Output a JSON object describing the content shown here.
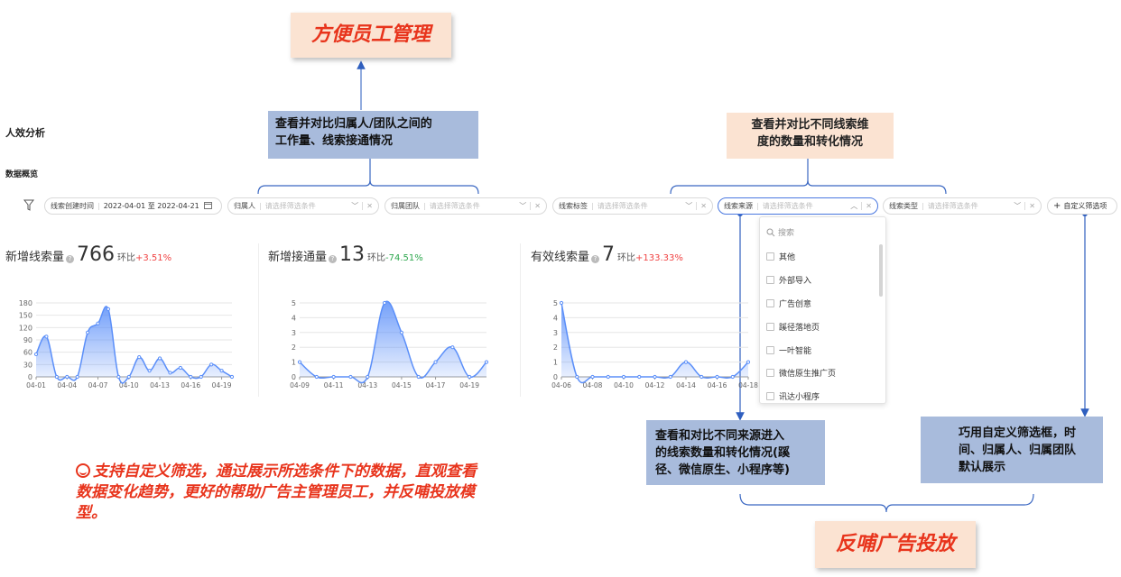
{
  "callouts": {
    "top": "方便员工管理",
    "left_blue": [
      "查看并对比归属人/团队之间的",
      "工作量、线索接通情况"
    ],
    "right_peach": [
      "查看并对比不同线索维",
      "度的数量和转化情况"
    ],
    "source_blue": [
      "查看和对比不同来源进入",
      "的线索数量和转化情况(蹊",
      "径、微信原生、小程序等)"
    ],
    "custom_blue": [
      "巧用自定义筛选框，时",
      "间、归属人、归属团队",
      "默认展示"
    ],
    "bottom": "反哺广告投放",
    "note": "支持自定义筛选，通过展示所选条件下的数据，直观查看数据变化趋势，更好的帮助广告主管理员工，并反哺投放模型。"
  },
  "colors": {
    "accent_red": "#e8341c",
    "callout_peach": "#fbe3d2",
    "callout_blue": "#a8bbdc",
    "chart_line": "#5b8ff9",
    "up": "#f04343",
    "down": "#2fa84f"
  },
  "page": {
    "title": "人效分析",
    "section": "数据概览"
  },
  "filters": {
    "date": {
      "label": "线索创建时间",
      "value": "2022-04-01 至 2022-04-21"
    },
    "owner": {
      "label": "归属人",
      "placeholder": "请选择筛选条件"
    },
    "team": {
      "label": "归属团队",
      "placeholder": "请选择筛选条件"
    },
    "tag": {
      "label": "线索标签",
      "placeholder": "请选择筛选条件"
    },
    "source": {
      "label": "线索来源",
      "placeholder": "请选择筛选条件"
    },
    "type": {
      "label": "线索类型",
      "placeholder": "请选择筛选条件"
    },
    "custom_button": "自定义筛选项"
  },
  "dropdown": {
    "search_placeholder": "搜索",
    "options": [
      "其他",
      "外部导入",
      "广告创意",
      "蹊径落地页",
      "一叶智能",
      "微信原生推广页",
      "讯达小程序"
    ]
  },
  "kpis": [
    {
      "label": "新增线索量",
      "value": "766",
      "ratio_label": "环比",
      "ratio": "+3.51%",
      "trend": "up"
    },
    {
      "label": "新增接通量",
      "value": "13",
      "ratio_label": "环比",
      "ratio": "-74.51%",
      "trend": "down"
    },
    {
      "label": "有效线索量",
      "value": "7",
      "ratio_label": "环比",
      "ratio": "+133.33%",
      "trend": "up"
    }
  ],
  "chart_data": [
    {
      "type": "area",
      "x": [
        "04-01",
        "04-02",
        "04-03",
        "04-04",
        "04-05",
        "04-06",
        "04-07",
        "04-08",
        "04-09",
        "04-10",
        "04-11",
        "04-12",
        "04-13",
        "04-14",
        "04-15",
        "04-16",
        "04-17",
        "04-18",
        "04-19",
        "04-20"
      ],
      "xticks": [
        "04-01",
        "04-04",
        "04-07",
        "04-10",
        "04-13",
        "04-16",
        "04-19"
      ],
      "values": [
        55,
        98,
        0,
        0,
        0,
        108,
        130,
        165,
        0,
        0,
        48,
        15,
        45,
        10,
        22,
        0,
        0,
        30,
        15,
        0
      ],
      "yticks": [
        0,
        30,
        60,
        90,
        120,
        150,
        180
      ],
      "ylim": [
        0,
        180
      ]
    },
    {
      "type": "area",
      "x": [
        "04-09",
        "04-10",
        "04-11",
        "04-12",
        "04-13",
        "04-14",
        "04-15",
        "04-16",
        "04-17",
        "04-18",
        "04-19",
        "04-20"
      ],
      "xticks": [
        "04-09",
        "04-11",
        "04-13",
        "04-15",
        "04-17",
        "04-19"
      ],
      "values": [
        1,
        0,
        0,
        0,
        0,
        5,
        3,
        0,
        1,
        2,
        0,
        1
      ],
      "yticks": [
        0,
        1,
        2,
        3,
        4,
        5
      ],
      "ylim": [
        0,
        5
      ]
    },
    {
      "type": "area",
      "x": [
        "04-06",
        "04-07",
        "04-08",
        "04-09",
        "04-10",
        "04-11",
        "04-12",
        "04-13",
        "04-14",
        "04-15",
        "04-16",
        "04-17",
        "04-18"
      ],
      "xticks": [
        "04-06",
        "04-08",
        "04-10",
        "04-12",
        "04-14",
        "04-16",
        "04-18"
      ],
      "values": [
        5,
        0,
        0,
        0,
        0,
        0,
        0,
        0,
        1,
        0,
        0,
        0,
        1
      ],
      "yticks": [
        0,
        1,
        2,
        3,
        4,
        5
      ],
      "ylim": [
        0,
        5
      ]
    }
  ]
}
